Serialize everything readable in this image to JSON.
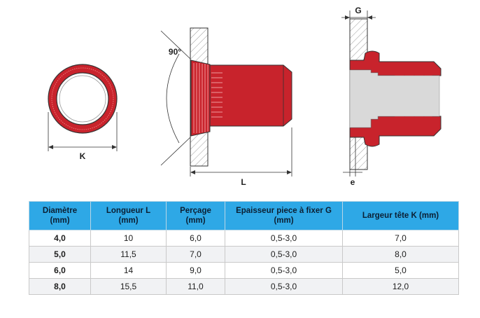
{
  "drawing": {
    "labels": {
      "angle": "90°",
      "length": "L",
      "head_width": "K",
      "grip": "G",
      "thickness": "e"
    },
    "colors": {
      "nut_red": "#c8232c",
      "nut_dark": "#8a151b",
      "hatch": "#9a9a9a",
      "bore_grey": "#d9d9d9",
      "line": "#333333"
    }
  },
  "table": {
    "header_color": "#2ea8e6",
    "headers": [
      "Diamètre\n(mm)",
      "Longueur L\n(mm)",
      "Perçage\n(mm)",
      "Epaisseur piece à fixer G\n(mm)",
      "Largeur tête K (mm)"
    ],
    "rows": [
      [
        "4,0",
        "10",
        "6,0",
        "0,5-3,0",
        "7,0"
      ],
      [
        "5,0",
        "11,5",
        "7,0",
        "0,5-3,0",
        "8,0"
      ],
      [
        "6,0",
        "14",
        "9,0",
        "0,5-3,0",
        "5,0"
      ],
      [
        "8,0",
        "15,5",
        "11,0",
        "0,5-3,0",
        "12,0"
      ]
    ]
  }
}
